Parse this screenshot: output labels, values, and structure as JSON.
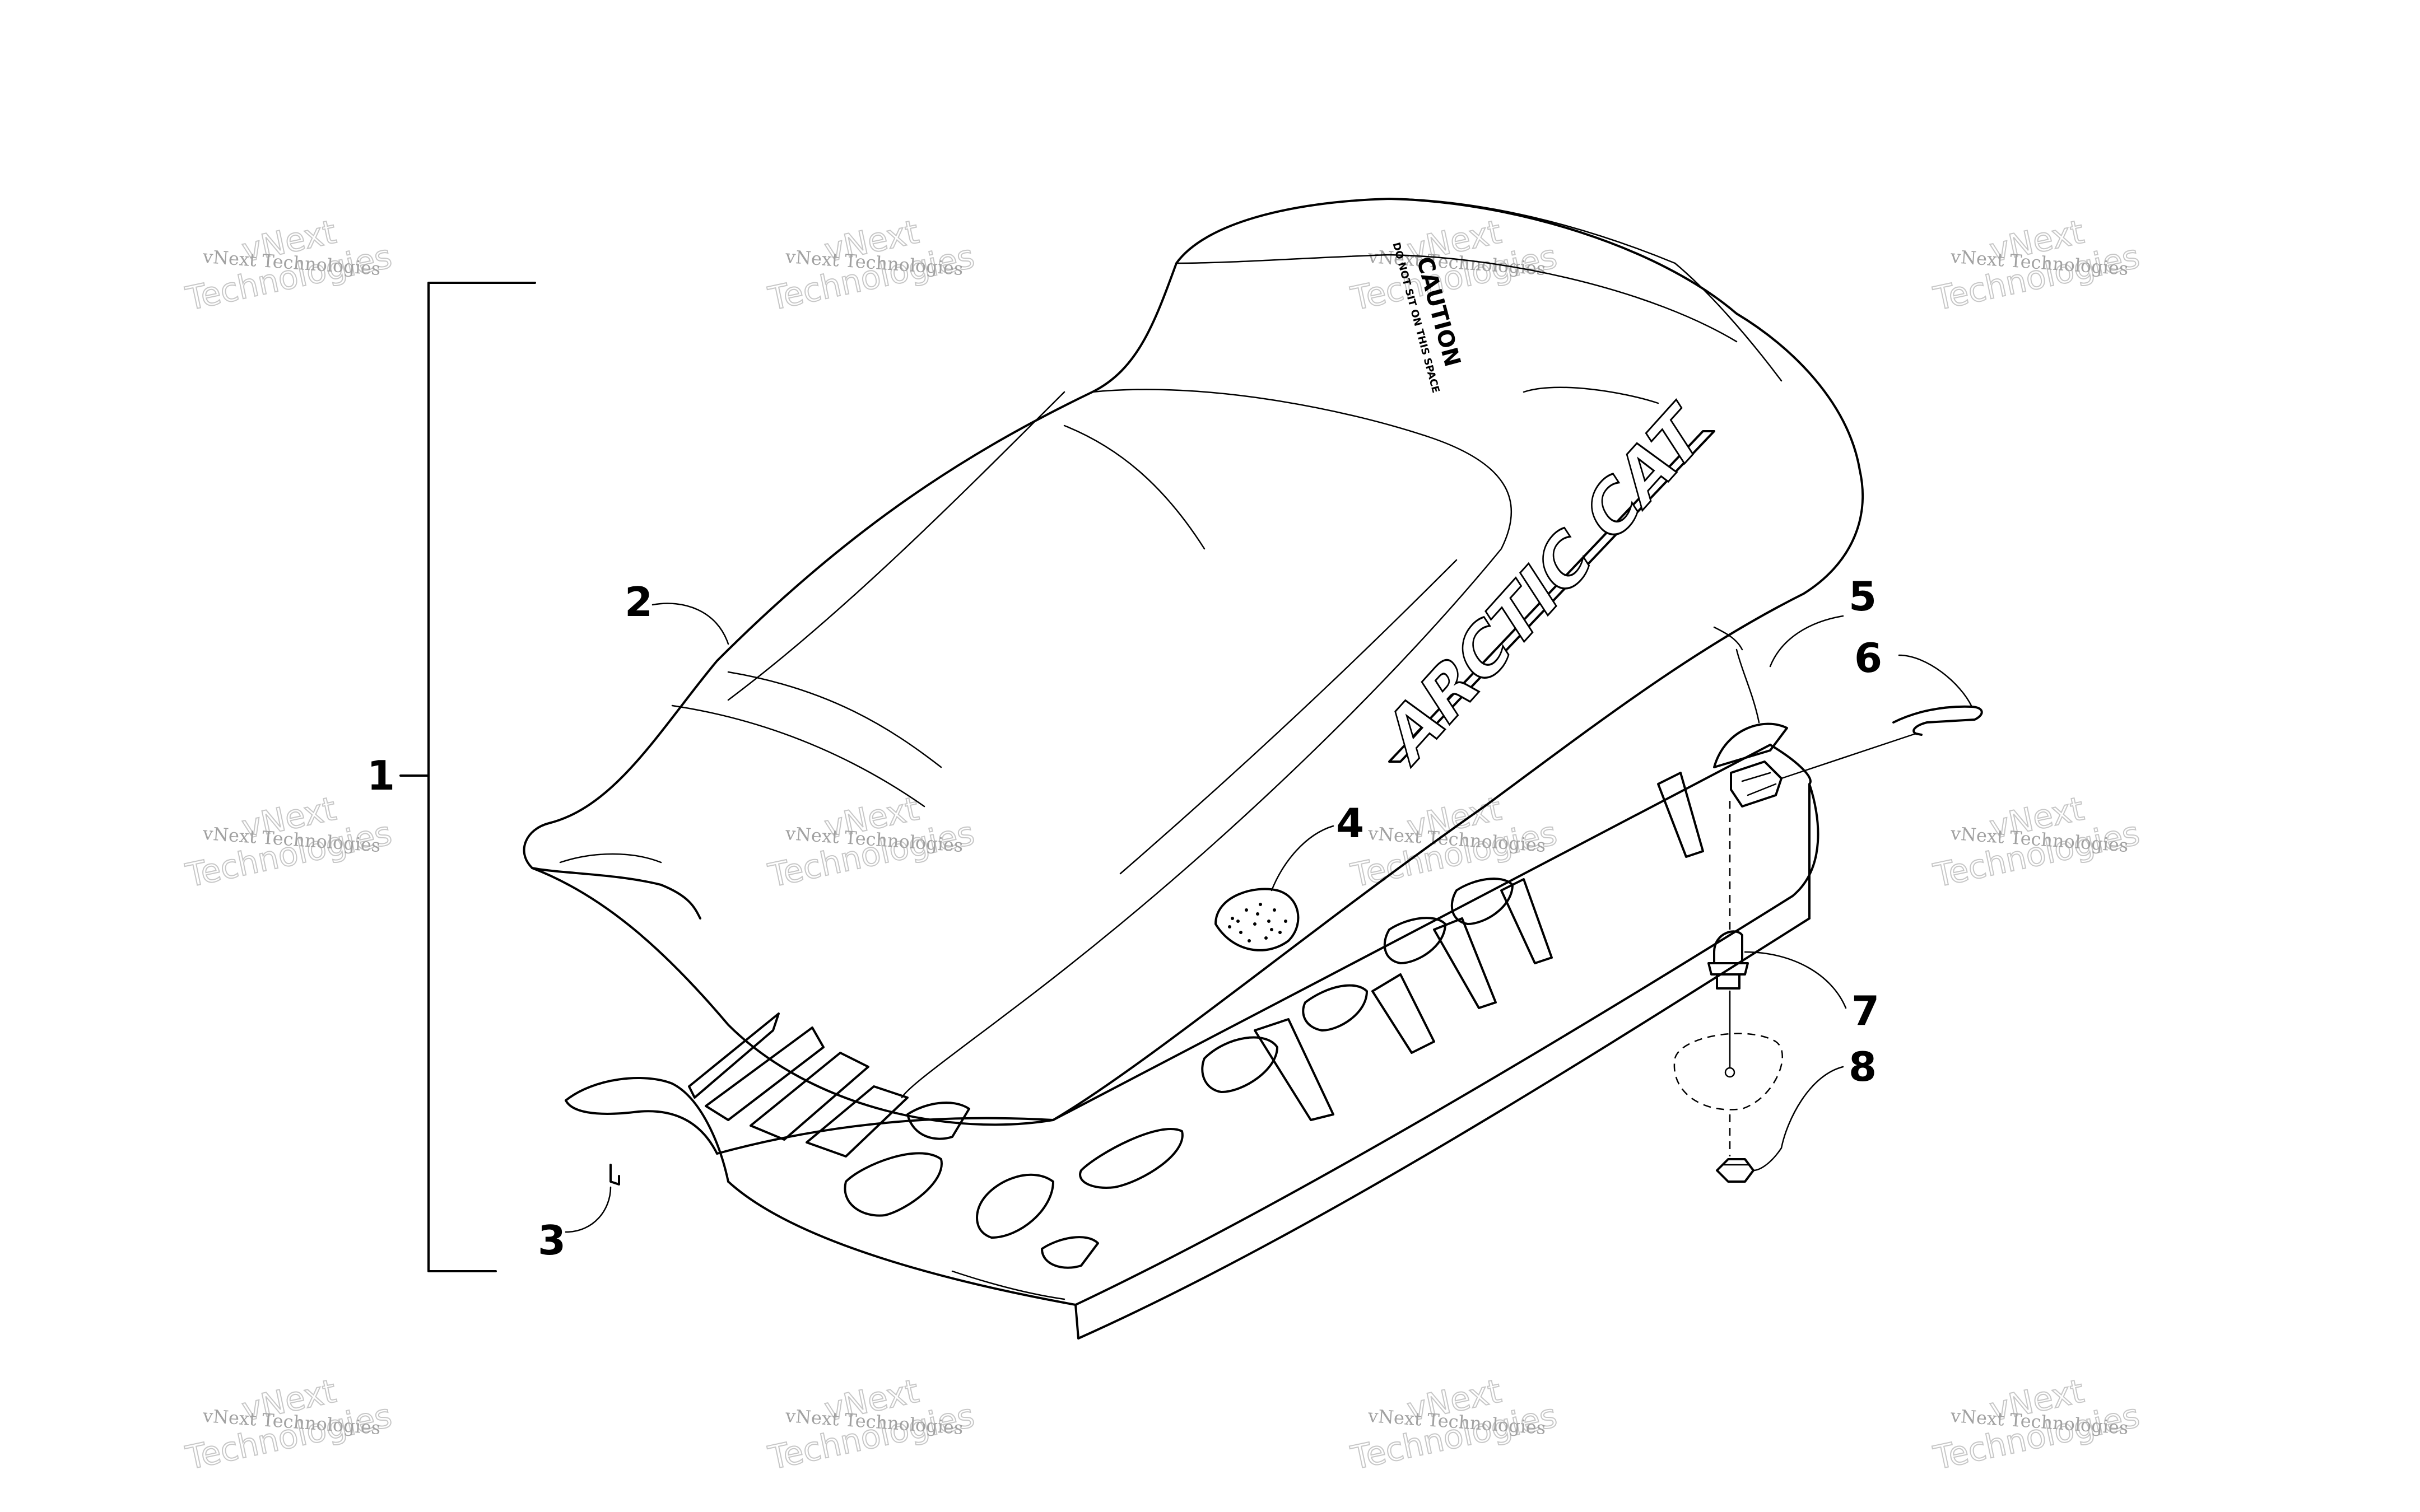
{
  "diagram": {
    "callouts": [
      {
        "id": "1",
        "label": "1"
      },
      {
        "id": "2",
        "label": "2"
      },
      {
        "id": "3",
        "label": "3"
      },
      {
        "id": "4",
        "label": "4"
      },
      {
        "id": "5",
        "label": "5"
      },
      {
        "id": "6",
        "label": "6"
      },
      {
        "id": "7",
        "label": "7"
      },
      {
        "id": "8",
        "label": "8"
      }
    ],
    "decal_brand": "ARCTIC CAT",
    "decal_caution": "CAUTION",
    "decal_caution_sub": "DO NOT SIT ON THIS SPACE"
  },
  "watermark": {
    "line_small": "vNext Technologies",
    "line_big_1": "vNext",
    "line_big_2": "Technologies"
  }
}
